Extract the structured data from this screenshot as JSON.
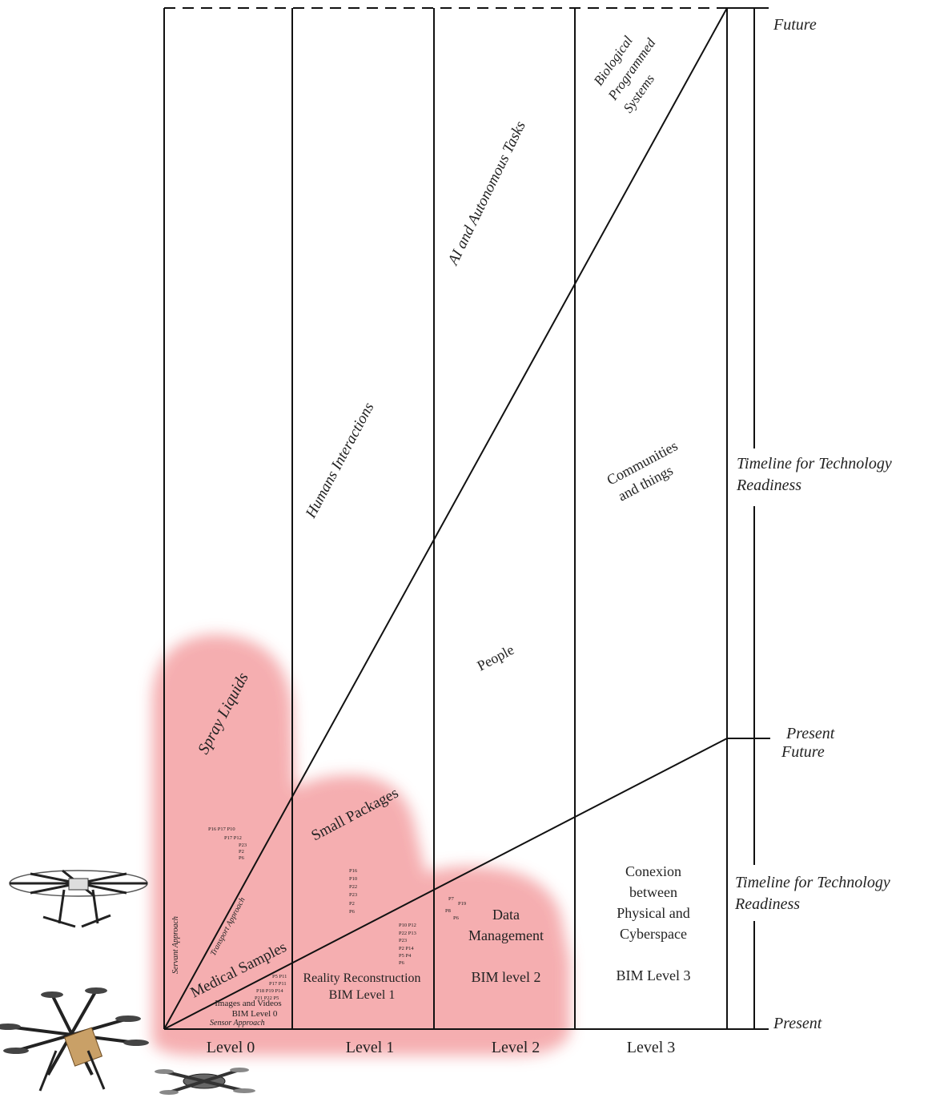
{
  "colors": {
    "highlight": "#f4a6a8",
    "line": "#111111",
    "text": "#222222"
  },
  "timeline": {
    "future": "Future",
    "present_future_top": "Present",
    "present_future_bottom": "Future",
    "present": "Present",
    "upper_label_line1": "Timeline for Technology",
    "upper_label_line2": "Readiness",
    "lower_label_line1": "Timeline for Technology",
    "lower_label_line2": "Readiness"
  },
  "levels": [
    "Level 0",
    "Level 1",
    "Level 2",
    "Level 3"
  ],
  "approaches": {
    "servant": "Servant Approach",
    "transport": "Transport Approach",
    "sensor": "Sensor Approach"
  },
  "upper_region": {
    "humans_interactions": "Humans Interactions",
    "ai_autonomous": "AI and Autonomous Tasks",
    "bio_line1": "Biological",
    "bio_line2": "Programmed",
    "bio_line3": "Systems",
    "communities_line1": "Communities",
    "communities_line2": "and things",
    "people": "People"
  },
  "middle_region": {
    "spray_liquids": "Spray Liquids",
    "small_packages": "Small Packages",
    "medical_samples": "Medical Samples"
  },
  "lower_region": {
    "images_videos": "Images and Videos",
    "bim0": "BIM Level 0",
    "reality_reconstruction": "Reality Reconstruction",
    "bim1": "BIM Level 1",
    "data_line1": "Data",
    "data_line2": "Management",
    "bim2": "BIM level 2",
    "conexion_line1": "Conexion",
    "conexion_line2": "between",
    "conexion_line3": "Physical and",
    "conexion_line4": "Cyberspace",
    "bim3": "BIM Level 3"
  },
  "paper_refs": {
    "spray": [
      "P16 P17 P10",
      "P17 P12",
      "P23",
      "P2",
      "P6"
    ],
    "packages": [
      "P16",
      "P10",
      "P22",
      "P23",
      "P2",
      "P6"
    ],
    "level1_low": [
      "P10 P12",
      "P22 P13",
      "P23",
      "P2  P14",
      "P5  P4",
      "P6"
    ],
    "level0_low": [
      "P5 P11",
      "P17 P11",
      "P18 P19 P14",
      "P21 P22 P5"
    ],
    "level2_low": [
      "P7",
      "P19",
      "P8",
      "P6"
    ]
  }
}
